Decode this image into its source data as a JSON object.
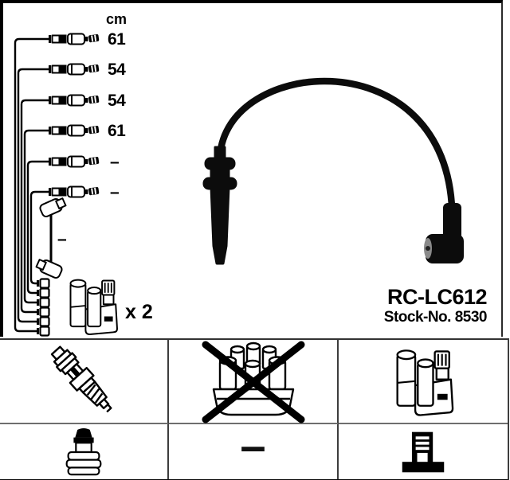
{
  "product": {
    "part_number": "RC-LC612",
    "stock_number": "Stock-No. 8530"
  },
  "schematic": {
    "unit_header": "cm",
    "cable_lengths": [
      "61",
      "54",
      "54",
      "61",
      "–",
      "–"
    ],
    "extra_cable_length": "–",
    "coil_quantity": "x 2"
  },
  "table": {
    "dash": "–",
    "icons": {
      "row1": [
        "spark-plug",
        "distributor-cap-crossed-out",
        "ignition-coil"
      ],
      "row2": [
        "spark-plug-terminal-nut",
        "dash",
        "coil-tower-connector"
      ]
    }
  },
  "colors": {
    "line_art": "#000000",
    "border": "#000000",
    "grid_line": "#3d3d3d",
    "background": "#ffffff"
  }
}
